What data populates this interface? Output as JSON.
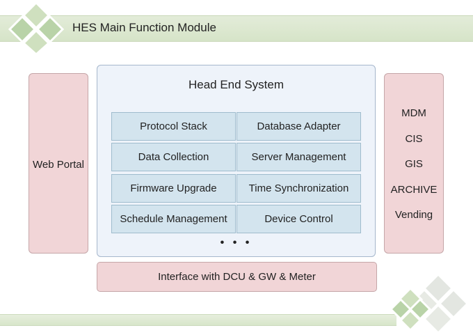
{
  "title": "HES Main Function Module",
  "left_panel": {
    "label": "Web Portal"
  },
  "hes": {
    "title": "Head End System",
    "modules": [
      "Protocol Stack",
      "Database Adapter",
      "Data Collection",
      "Server Management",
      "Firmware Upgrade",
      "Time Synchronization",
      "Schedule Management",
      "Device Control"
    ],
    "ellipsis": "• • •"
  },
  "right_panel": {
    "items": [
      "MDM",
      "CIS",
      "GIS",
      "ARCHIVE",
      "Vending"
    ]
  },
  "interface": {
    "label": "Interface with DCU & GW & Meter"
  },
  "colors": {
    "band_green": "#d6e4c8",
    "diamond_green": "#b9d3a8",
    "side_pink": "#f1d5d7",
    "hes_bg": "#eef3fa",
    "cell_blue": "#d3e4ee"
  }
}
